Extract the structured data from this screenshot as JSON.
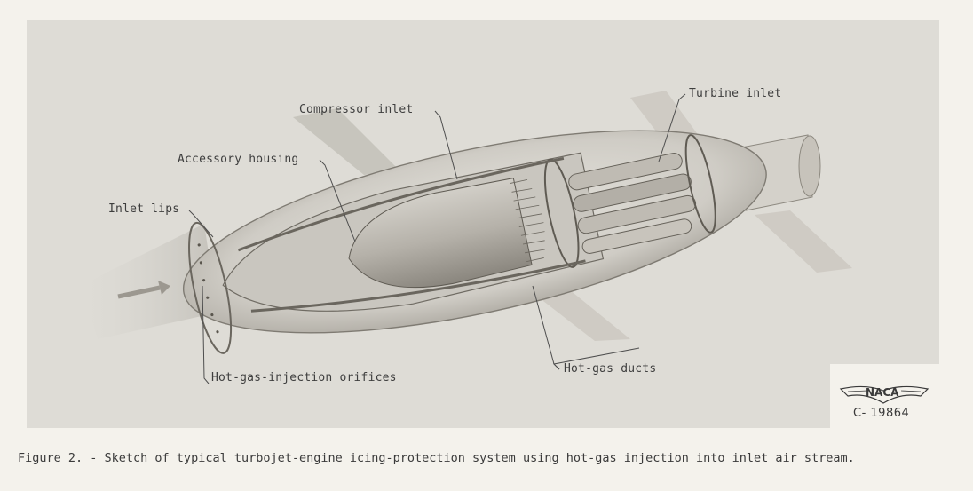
{
  "figure": {
    "labels": {
      "inlet_lips": "Inlet lips",
      "accessory_housing": "Accessory housing",
      "compressor_inlet": "Compressor inlet",
      "turbine_inlet": "Turbine inlet",
      "hot_gas_injection_orifices": "Hot-gas-injection orifices",
      "hot_gas_ducts": "Hot-gas ducts"
    },
    "stamp": {
      "organization": "NACA",
      "number": "C- 19864"
    }
  },
  "caption": "Figure 2. - Sketch of typical turbojet-engine icing-protection system using hot-gas injection into inlet air stream."
}
